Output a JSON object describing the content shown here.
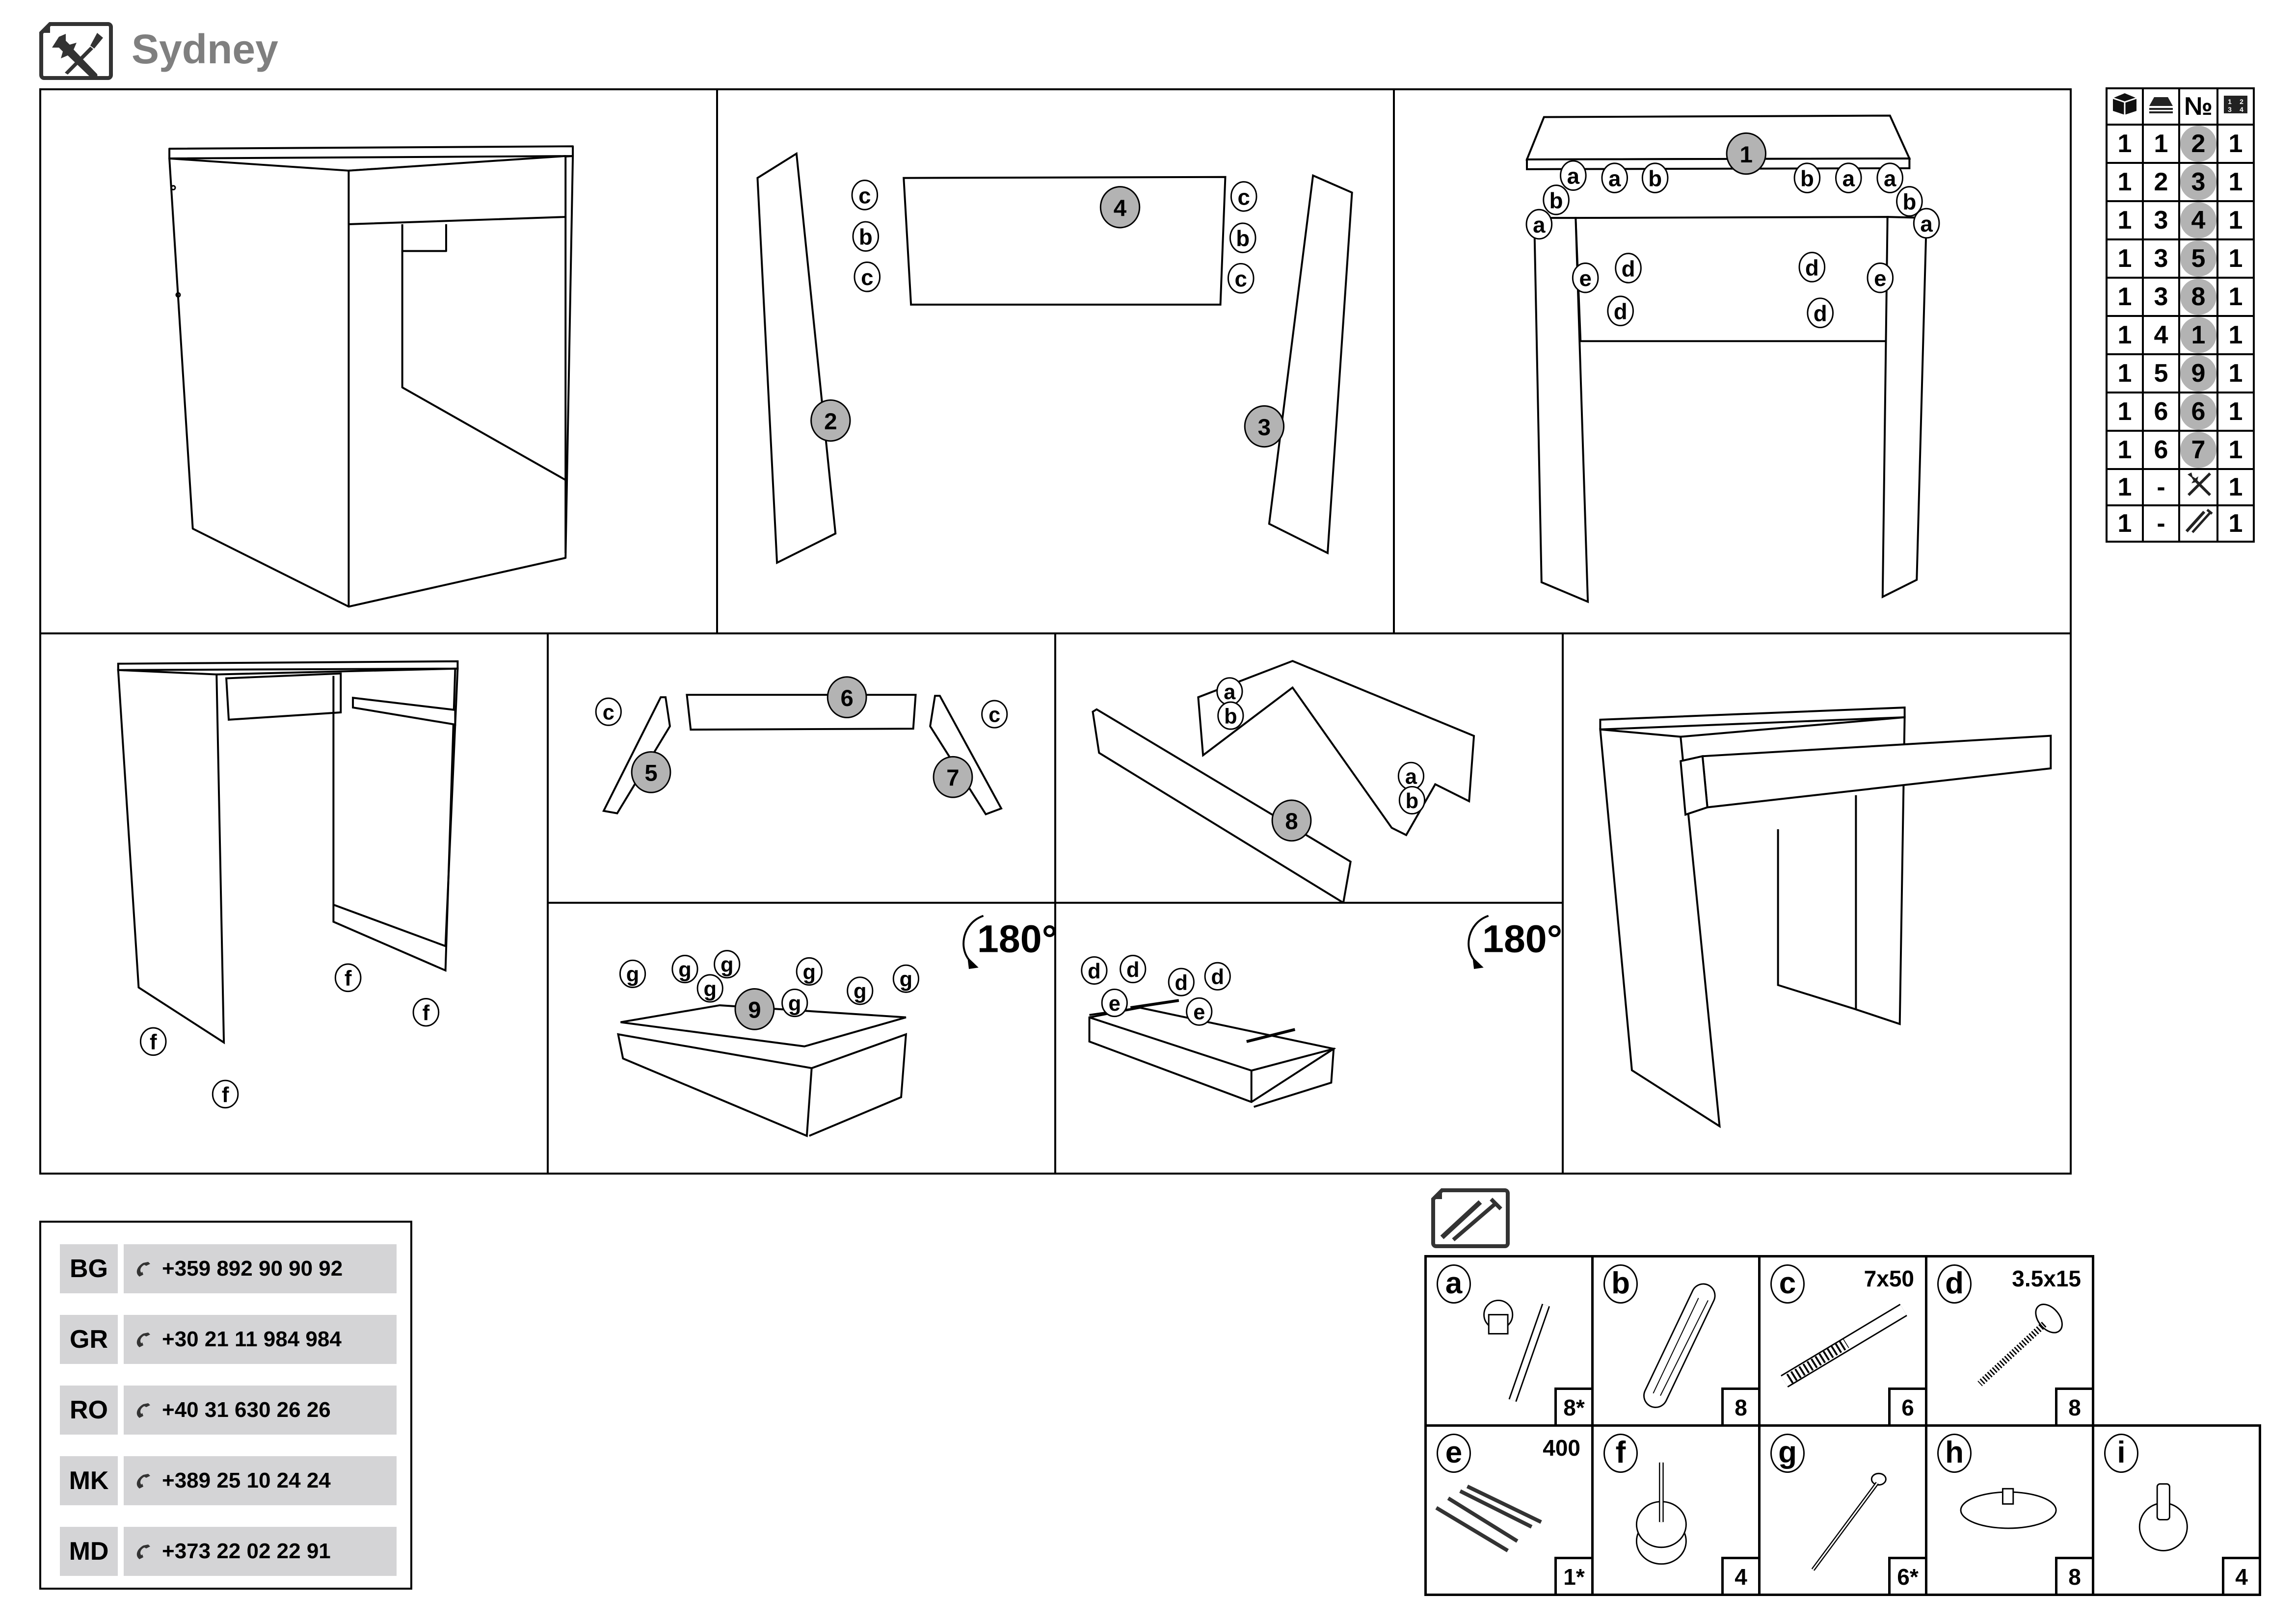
{
  "header": {
    "title": "Sydney",
    "icon": "tools-icon"
  },
  "steps": [
    {
      "id": "overview",
      "callouts": []
    },
    {
      "id": "step-1",
      "callouts": [
        "c",
        "b",
        "c",
        "c",
        "b",
        "c",
        "2",
        "3",
        "4"
      ]
    },
    {
      "id": "step-2",
      "callouts": [
        "1",
        "a",
        "a",
        "b",
        "b",
        "a",
        "a",
        "b",
        "a",
        "b",
        "a",
        "d",
        "d",
        "d",
        "d",
        "e",
        "e"
      ]
    },
    {
      "id": "step-3",
      "callouts": [
        "f",
        "f",
        "f",
        "f"
      ]
    },
    {
      "id": "step-4",
      "callouts": [
        "c",
        "c",
        "5",
        "6",
        "7"
      ]
    },
    {
      "id": "step-5",
      "callouts": [
        "a",
        "b",
        "a",
        "b",
        "8"
      ]
    },
    {
      "id": "step-6",
      "callouts": [
        "g",
        "g",
        "g",
        "g",
        "g",
        "g",
        "g",
        "g",
        "9"
      ],
      "rotation": "180°"
    },
    {
      "id": "step-7",
      "callouts": [
        "d",
        "d",
        "d",
        "d",
        "e",
        "e"
      ],
      "rotation": "180°"
    },
    {
      "id": "final",
      "callouts": []
    }
  ],
  "parts_table": {
    "header_icons": [
      "box-icon",
      "stack-icon",
      "number-sign",
      "packages-icon"
    ],
    "header_number_label": "№",
    "rows": [
      {
        "box": "1",
        "package": "1",
        "part": "2",
        "qty": "1"
      },
      {
        "box": "1",
        "package": "2",
        "part": "3",
        "qty": "1"
      },
      {
        "box": "1",
        "package": "3",
        "part": "4",
        "qty": "1"
      },
      {
        "box": "1",
        "package": "3",
        "part": "5",
        "qty": "1"
      },
      {
        "box": "1",
        "package": "3",
        "part": "8",
        "qty": "1"
      },
      {
        "box": "1",
        "package": "4",
        "part": "1",
        "qty": "1"
      },
      {
        "box": "1",
        "package": "5",
        "part": "9",
        "qty": "1"
      },
      {
        "box": "1",
        "package": "6",
        "part": "6",
        "qty": "1"
      },
      {
        "box": "1",
        "package": "6",
        "part": "7",
        "qty": "1"
      },
      {
        "box": "1",
        "package": "-",
        "part_icon": "tools-icon",
        "qty": "1"
      },
      {
        "box": "1",
        "package": "-",
        "part_icon": "screws-icon",
        "qty": "1"
      }
    ]
  },
  "contacts": [
    {
      "code": "BG",
      "phone": "+359 892 90 90 92"
    },
    {
      "code": "GR",
      "phone": "+30 21 11 984 984"
    },
    {
      "code": "RO",
      "phone": "+40 31 630 26 26"
    },
    {
      "code": "MK",
      "phone": "+389 25 10 24 24"
    },
    {
      "code": "MD",
      "phone": "+373 22 02 22 91"
    }
  ],
  "hardware": {
    "icon": "screws-icon",
    "items": [
      {
        "letter": "a",
        "size": "",
        "qty": "8*",
        "icon": "cam-lock-icon"
      },
      {
        "letter": "b",
        "size": "",
        "qty": "8",
        "icon": "dowel-icon"
      },
      {
        "letter": "c",
        "size": "7x50",
        "qty": "6",
        "icon": "confirmat-screw-icon"
      },
      {
        "letter": "d",
        "size": "3.5x15",
        "qty": "8",
        "icon": "wood-screw-icon"
      },
      {
        "letter": "e",
        "size": "400",
        "qty": "1*",
        "icon": "drawer-runner-icon"
      },
      {
        "letter": "f",
        "size": "",
        "qty": "4",
        "icon": "nail-glide-icon"
      },
      {
        "letter": "g",
        "size": "",
        "qty": "6*",
        "icon": "nail-icon"
      },
      {
        "letter": "h",
        "size": "",
        "qty": "8",
        "icon": "cover-cap-icon"
      },
      {
        "letter": "i",
        "size": "",
        "qty": "4",
        "icon": "shelf-support-icon"
      }
    ]
  }
}
